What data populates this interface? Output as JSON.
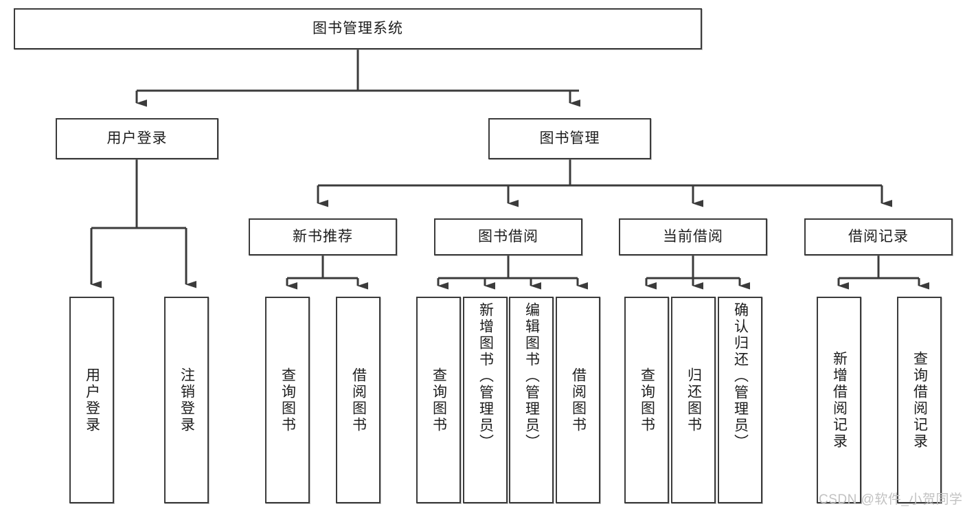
{
  "diagram": {
    "type": "tree",
    "title": "图书管理系统",
    "orientation": "top-down",
    "colors": {
      "background": "#ffffff",
      "box_border": "#3b3b3b",
      "box_fill": "#ffffff",
      "connector": "#3b3b3b",
      "text": "#1d1d1d",
      "watermark": "#c2c2c2"
    }
  },
  "root": {
    "label": "图书管理系统"
  },
  "level2": [
    {
      "label": "用户登录"
    },
    {
      "label": "图书管理"
    }
  ],
  "level3": [
    {
      "label": "新书推荐"
    },
    {
      "label": "图书借阅"
    },
    {
      "label": "当前借阅"
    },
    {
      "label": "借阅记录"
    }
  ],
  "leaves": {
    "user_login": [
      {
        "label": "用户登录"
      },
      {
        "label": "注销登录"
      }
    ],
    "new_book_recommend": [
      {
        "label": "查询图书"
      },
      {
        "label": "借阅图书"
      }
    ],
    "book_borrow": [
      {
        "label": "查询图书"
      },
      {
        "label": "新增图书（管理员）"
      },
      {
        "label": "编辑图书（管理员）"
      },
      {
        "label": "借阅图书"
      }
    ],
    "current_borrow": [
      {
        "label": "查询图书"
      },
      {
        "label": "归还图书"
      },
      {
        "label": "确认归还（管理员）"
      }
    ],
    "borrow_record": [
      {
        "label": "新增借阅记录"
      },
      {
        "label": "查询借阅记录"
      }
    ]
  },
  "watermark": {
    "text": "CSDN @软件_小贺同学"
  }
}
